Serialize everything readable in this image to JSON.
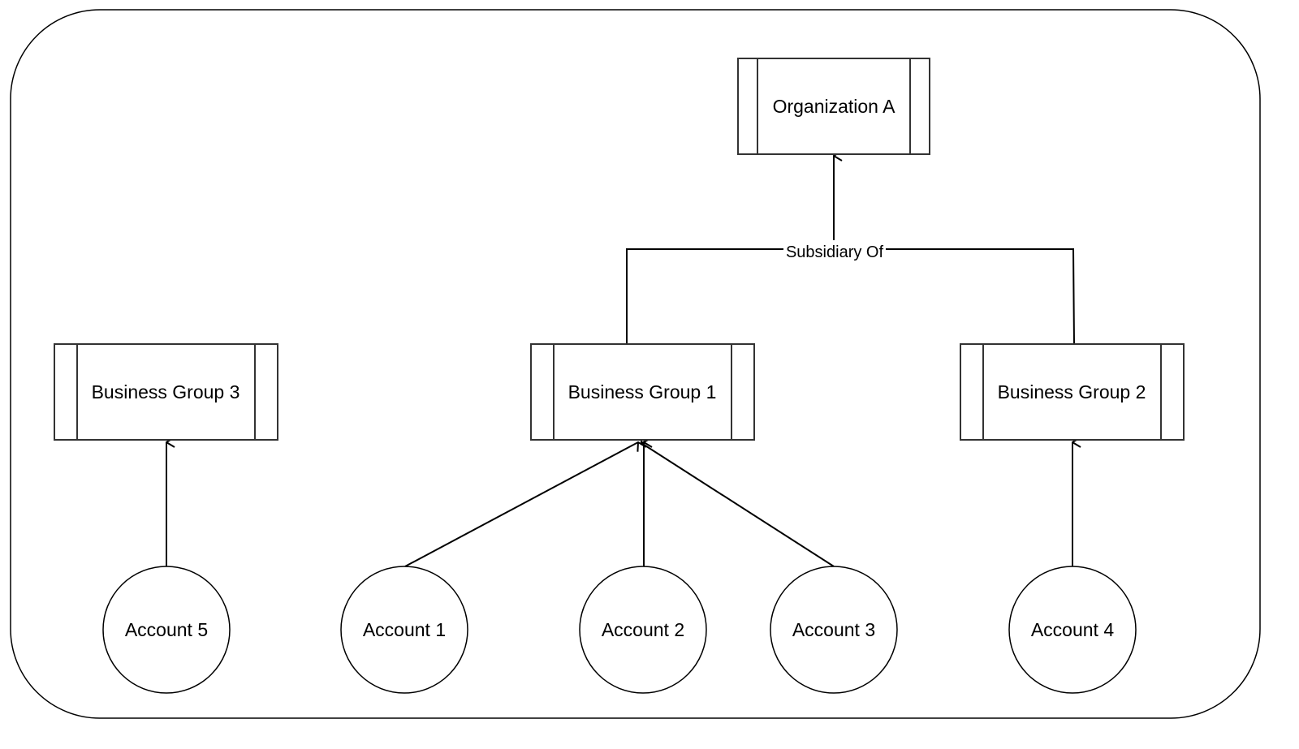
{
  "diagram": {
    "colors": {
      "stroke": "#000000",
      "fill": "#ffffff",
      "box_stroke": "#333333"
    },
    "nodes": {
      "organization_a": {
        "label": "Organization A",
        "shape": "process-box"
      },
      "business_group_3": {
        "label": "Business Group 3",
        "shape": "process-box"
      },
      "business_group_1": {
        "label": "Business Group 1",
        "shape": "process-box"
      },
      "business_group_2": {
        "label": "Business Group 2",
        "shape": "process-box"
      },
      "account_5": {
        "label": "Account 5",
        "shape": "circle"
      },
      "account_1": {
        "label": "Account 1",
        "shape": "circle"
      },
      "account_2": {
        "label": "Account 2",
        "shape": "circle"
      },
      "account_3": {
        "label": "Account 3",
        "shape": "circle"
      },
      "account_4": {
        "label": "Account 4",
        "shape": "circle"
      }
    },
    "edges": [
      {
        "from": "business_group_1",
        "to": "organization_a",
        "label": "Subsidiary Of"
      },
      {
        "from": "business_group_2",
        "to": "organization_a",
        "label": "Subsidiary Of"
      },
      {
        "from": "account_5",
        "to": "business_group_3",
        "label": ""
      },
      {
        "from": "account_1",
        "to": "business_group_1",
        "label": ""
      },
      {
        "from": "account_2",
        "to": "business_group_1",
        "label": ""
      },
      {
        "from": "account_3",
        "to": "business_group_1",
        "label": ""
      },
      {
        "from": "account_4",
        "to": "business_group_2",
        "label": ""
      }
    ],
    "edge_label": "Subsidiary Of"
  }
}
